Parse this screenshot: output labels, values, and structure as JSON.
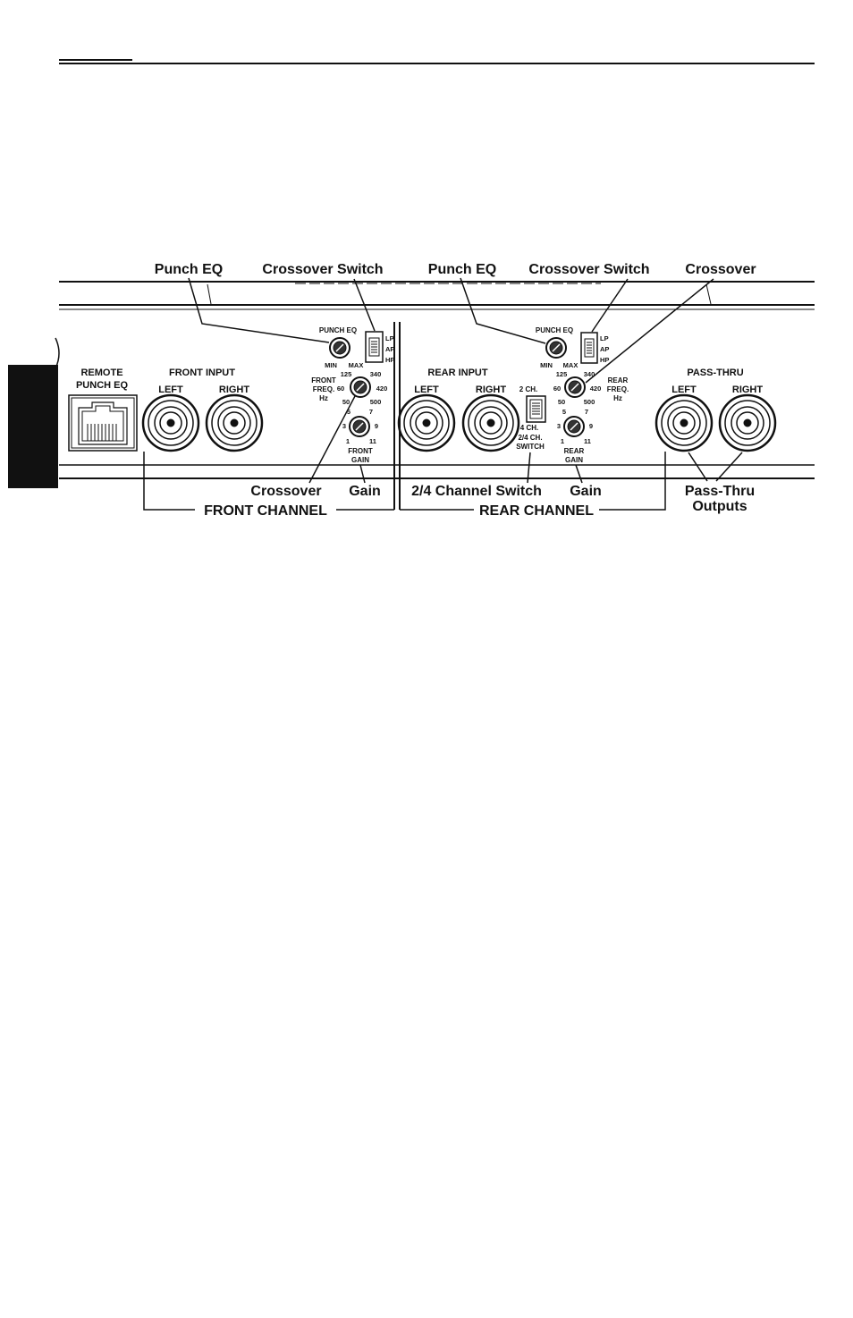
{
  "colors": {
    "ink": "#111111",
    "background": "#ffffff",
    "tab": "#111111"
  },
  "callouts": {
    "punch_eq_front": "Punch EQ",
    "crossover_switch_front": "Crossover Switch",
    "punch_eq_rear": "Punch EQ",
    "crossover_switch_rear": "Crossover Switch",
    "crossover_rear": "Crossover",
    "crossover_front": "Crossover",
    "gain_front": "Gain",
    "channel_switch": "2/4 Channel Switch",
    "gain_rear": "Gain",
    "pass_thru_line1": "Pass-Thru",
    "pass_thru_line2": "Outputs",
    "front_channel": "FRONT CHANNEL",
    "rear_channel": "REAR CHANNEL"
  },
  "panel": {
    "remote_line1": "REMOTE",
    "remote_line2": "PUNCH EQ",
    "front_input": "FRONT INPUT",
    "rear_input": "REAR INPUT",
    "pass_thru": "PASS-THRU",
    "left": "LEFT",
    "right": "RIGHT",
    "punch_eq": "PUNCH EQ",
    "min": "MIN",
    "max": "MAX",
    "lp": "LP",
    "ap": "AP",
    "hp": "HP",
    "front_freq_1": "FRONT",
    "front_freq_2": "FREQ.",
    "front_freq_3": "Hz",
    "rear_freq_1": "REAR",
    "rear_freq_2": "FREQ.",
    "rear_freq_3": "Hz",
    "freq_ticks": {
      "t125": "125",
      "t340": "340",
      "t60": "60",
      "t420": "420",
      "t50": "50",
      "t500": "500"
    },
    "gain_ticks": {
      "t5": "5",
      "t7": "7",
      "t3": "3",
      "t9": "9",
      "t1": "1",
      "t11": "11"
    },
    "front_gain_1": "FRONT",
    "front_gain_2": "GAIN",
    "rear_gain_1": "REAR",
    "rear_gain_2": "GAIN",
    "two_ch": "2 CH.",
    "four_ch": "4 CH.",
    "switch_lbl_1": "2/4 CH.",
    "switch_lbl_2": "SWITCH"
  }
}
